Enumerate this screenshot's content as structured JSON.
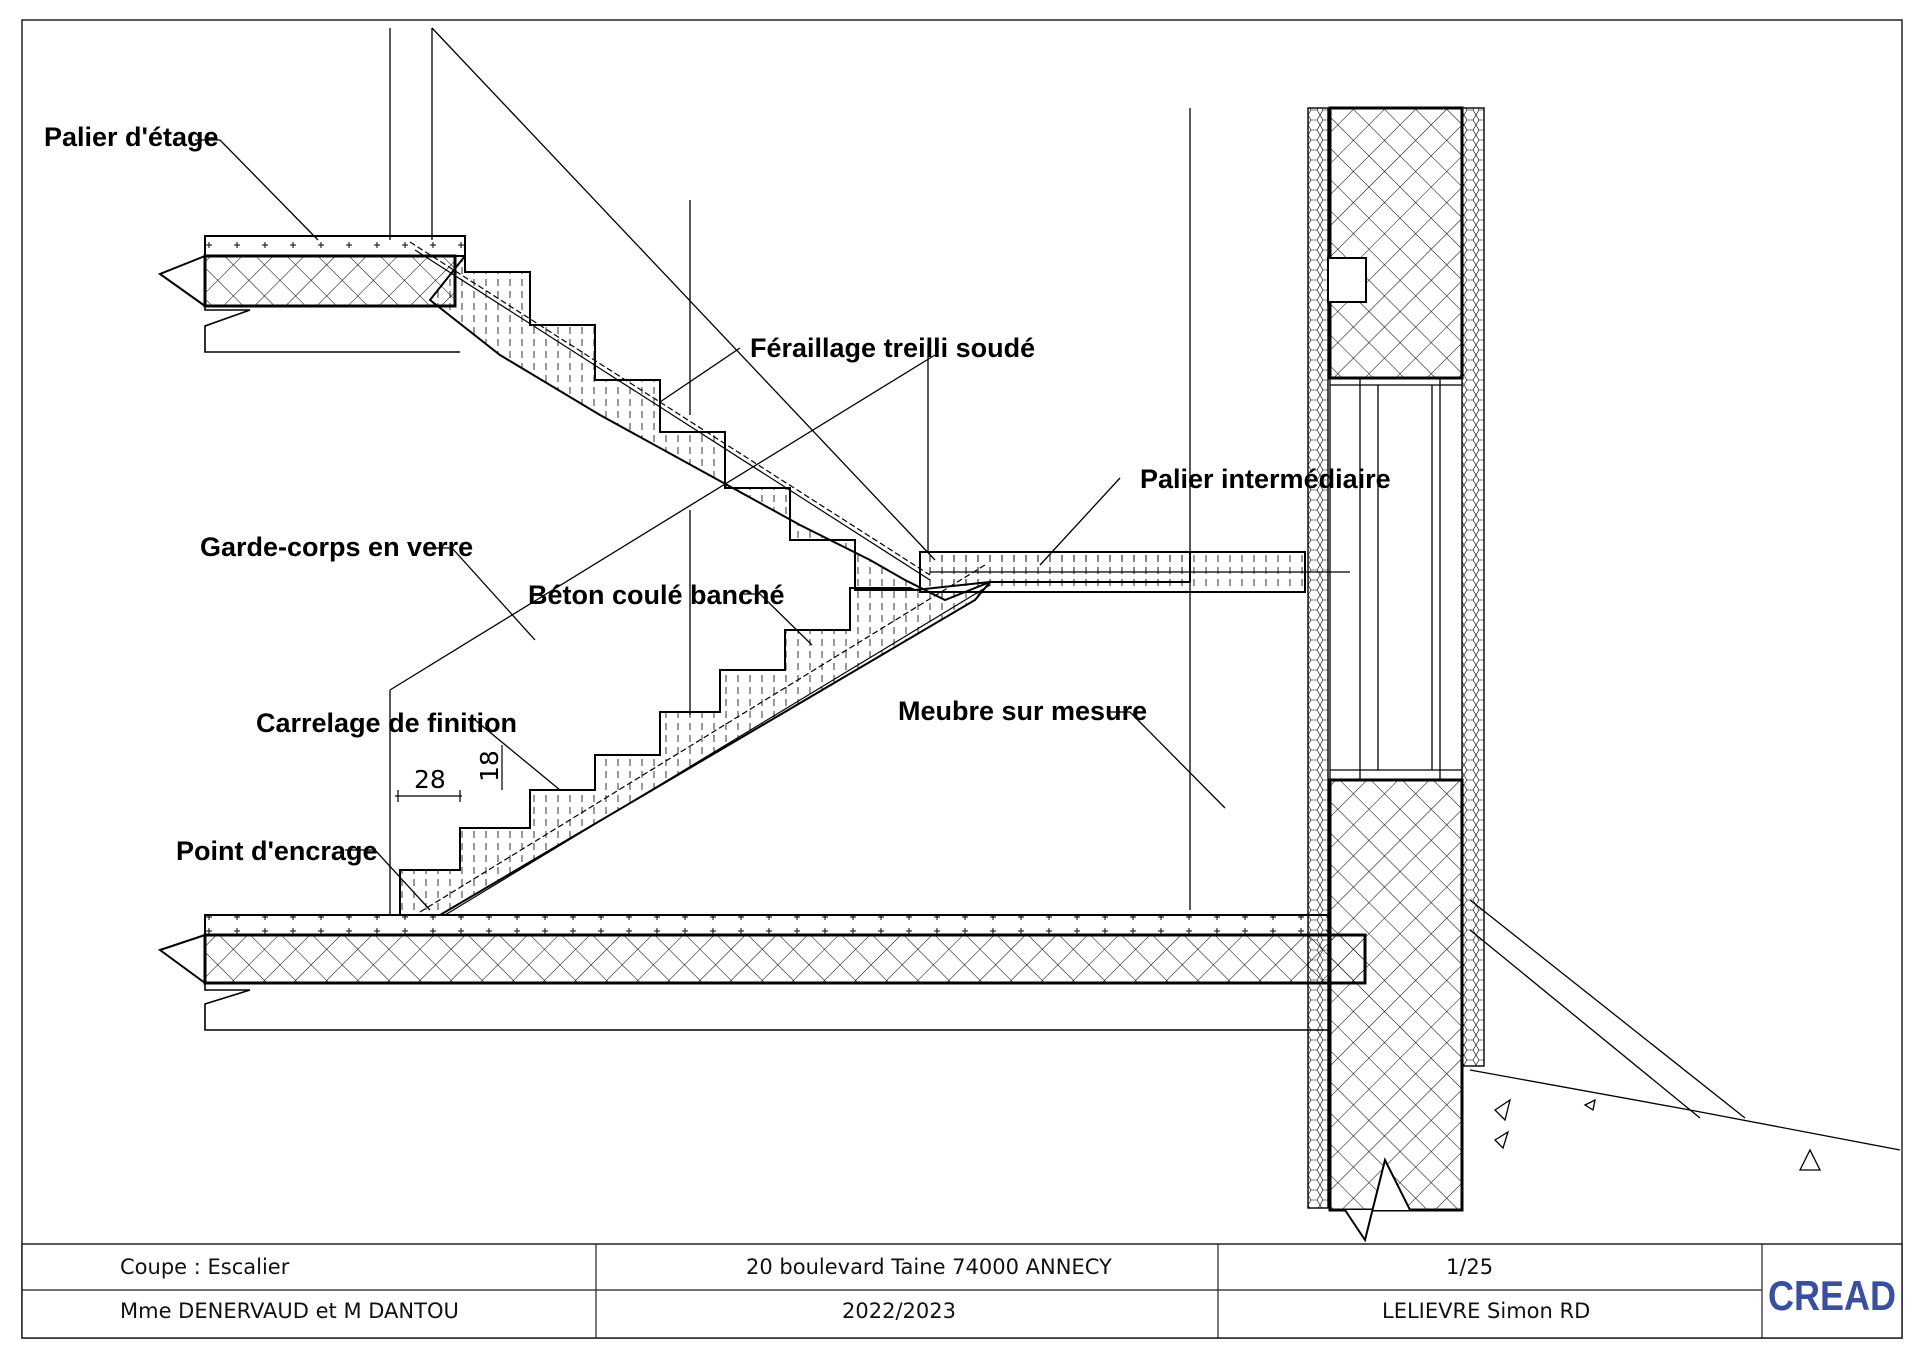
{
  "labels": {
    "palier_etage": "Palier d'étage",
    "ferraillage": "Féraillage treilli soudé",
    "palier_intermediaire": "Palier intermédiaire",
    "garde_corps": "Garde-corps en verre",
    "beton": "Béton coulé banché",
    "carrelage": "Carrelage de finition",
    "point_encrage": "Point d'encrage",
    "meuble": "Meubre sur mesure"
  },
  "dimensions": {
    "tread": "28",
    "riser": "18"
  },
  "title_block": {
    "drawing_title": "Coupe : Escalier",
    "clients": "Mme DENERVAUD et M DANTOU",
    "address": "20 boulevard Taine 74000 ANNECY",
    "year": "2022/2023",
    "scale": "1/25",
    "author": "LELIEVRE Simon RD",
    "logo": "CREAD"
  },
  "colors": {
    "line": "#000000",
    "logo": "#3a4fa0"
  }
}
